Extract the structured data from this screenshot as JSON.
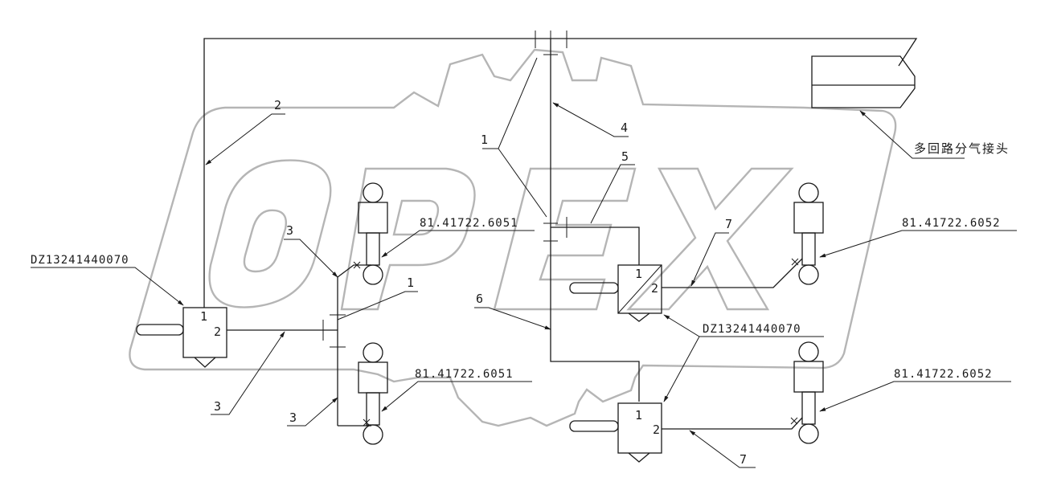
{
  "watermark": {
    "text": "OPEX"
  },
  "labels": {
    "manifold": "多回路分气接头",
    "n1_top": "1",
    "n1_mid": "1",
    "n2": "2",
    "n3_upper": "3",
    "n3_lower_left": "3",
    "n3_lower": "3",
    "n4": "4",
    "n5": "5",
    "n6": "6",
    "n7_upper": "7",
    "n7_lower": "7"
  },
  "valves": {
    "left": {
      "part": "DZ13241440070",
      "port1": "1",
      "port2": "2"
    },
    "right_part": "DZ13241440070",
    "right_upper": {
      "port1": "1",
      "port2": "2"
    },
    "right_lower": {
      "port1": "1",
      "port2": "2"
    }
  },
  "cylinders": {
    "left_upper": "81.41722.6051",
    "left_lower": "81.41722.6051",
    "right_upper": "81.41722.6052",
    "right_lower": "81.41722.6052"
  },
  "colors": {
    "line": "#1a1a1a",
    "watermark": "#b5b5b5",
    "background": "#ffffff"
  }
}
